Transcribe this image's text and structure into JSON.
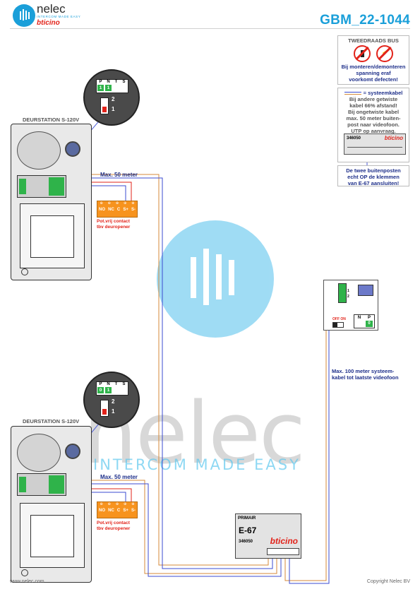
{
  "header": {
    "logo_word": "nelec",
    "logo_sub": "INTERCOM MADE EASY",
    "logo_brand": "bticino",
    "doc_id": "GBM_22-1044"
  },
  "bus_panel": {
    "title": "TWEEDRAADS BUS",
    "warning": [
      "Bij monteren/demonteren",
      "spanning eraf",
      "voorkomt defecten!"
    ]
  },
  "cable_panel": {
    "legend": "= systeemkabel",
    "lines": [
      "Bij andere getwiste",
      "kabel 66% afstand!",
      "Bij ongetwiste kabel",
      "max. 50 meter buiten-",
      "post naar videofoon.",
      "UTP op aanvraag."
    ],
    "module_code": "346050",
    "module_brand": "bticino"
  },
  "note_panel": {
    "lines": [
      "De twee buitenposten",
      "echt OP de klemmen",
      "van E-67 aansluiten!"
    ]
  },
  "door_stations": [
    {
      "label": "DEURSTATION S-120V",
      "dip_header": [
        "P",
        "N",
        "T",
        "S"
      ],
      "dip_values": [
        "1",
        "1"
      ],
      "switch_labels": [
        "2",
        "1"
      ],
      "max_label": "Max. 50 meter",
      "relay_terms": [
        "NO",
        "NC",
        "C",
        "S+",
        "S-"
      ],
      "relay_caption": [
        "Pot.vrij contact",
        "tbv deuropener"
      ]
    },
    {
      "label": "DEURSTATION S-120V",
      "dip_header": [
        "P",
        "N",
        "T",
        "S"
      ],
      "dip_values": [
        "0",
        "1"
      ],
      "switch_labels": [
        "2",
        "1"
      ],
      "max_label": "Max. 50 meter",
      "relay_terms": [
        "NO",
        "NC",
        "C",
        "S+",
        "S-"
      ],
      "relay_caption": [
        "Pot.vrij contact",
        "tbv deuropener"
      ]
    }
  ],
  "videophone": {
    "switch_label": "OFF ON",
    "np_header": [
      "N",
      "P"
    ],
    "np_value": "0",
    "terminal_labels": [
      "1",
      "2"
    ]
  },
  "system_cable_label": [
    "Max. 100 meter systeem-",
    "kabel tot laatste videofoon"
  ],
  "e67": {
    "primary": "PRIMAIR",
    "name": "E-67",
    "code": "346050",
    "brand": "bticino"
  },
  "watermark": {
    "word": "nelec",
    "sub": "INTERCOM MADE EASY"
  },
  "footer": {
    "left": "www.nelec.com",
    "right": "Copyright Nelec BV"
  },
  "colors": {
    "brand_blue": "#1a9fd9",
    "bticino_red": "#e2231a",
    "relay_orange": "#f7931e",
    "wire_blue": "#3b4bd1",
    "wire_orange": "#d68a3a",
    "dip_green": "#2fb34a",
    "dark_blue_text": "#1e2f8a"
  }
}
